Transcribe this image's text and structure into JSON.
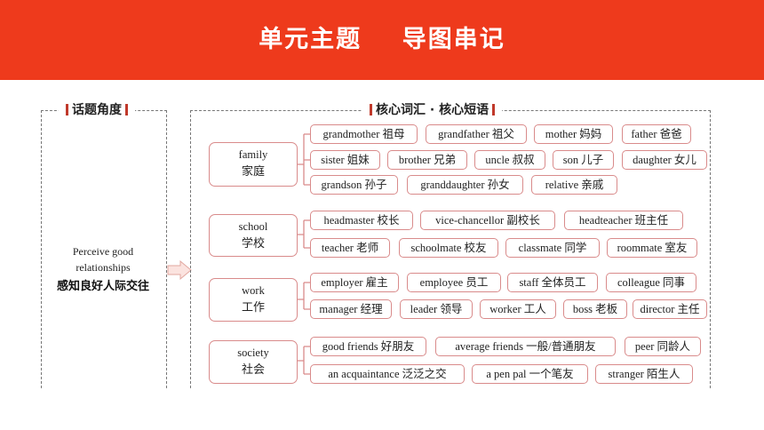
{
  "header": {
    "title": "单元主题    导图串记",
    "color": "#ee3a1c"
  },
  "left": {
    "title": "话题角度",
    "topic_en_1": "Perceive good",
    "topic_en_2": "relationships",
    "topic_zh": "感知良好人际交往"
  },
  "right": {
    "title": "核心词汇 · 核心短语"
  },
  "categories": [
    {
      "en": "family",
      "zh": "家庭",
      "rows": [
        [
          "grandmother 祖母",
          "grandfather 祖父",
          "mother 妈妈",
          "father 爸爸"
        ],
        [
          "sister 姐妹",
          "brother 兄弟",
          "uncle 叔叔",
          "son 儿子",
          "daughter 女儿"
        ],
        [
          "grandson 孙子",
          "granddaughter 孙女",
          "relative 亲戚"
        ]
      ]
    },
    {
      "en": "school",
      "zh": "学校",
      "rows": [
        [
          "headmaster 校长",
          "vice-chancellor 副校长",
          "headteacher 班主任"
        ],
        [
          "teacher 老师",
          "schoolmate 校友",
          "classmate 同学",
          "roommate 室友"
        ]
      ]
    },
    {
      "en": "work",
      "zh": "工作",
      "rows": [
        [
          "employer 雇主",
          "employee 员工",
          "staff 全体员工",
          "colleague 同事"
        ],
        [
          "manager 经理",
          "leader 领导",
          "worker 工人",
          "boss 老板",
          "director 主任"
        ]
      ]
    },
    {
      "en": "society",
      "zh": "社会",
      "rows": [
        [
          "good friends 好朋友",
          "average friends 一般/普通朋友",
          "peer 同龄人"
        ],
        [
          "an acquaintance 泛泛之交",
          "a pen pal 一个笔友",
          "stranger 陌生人"
        ]
      ]
    }
  ]
}
